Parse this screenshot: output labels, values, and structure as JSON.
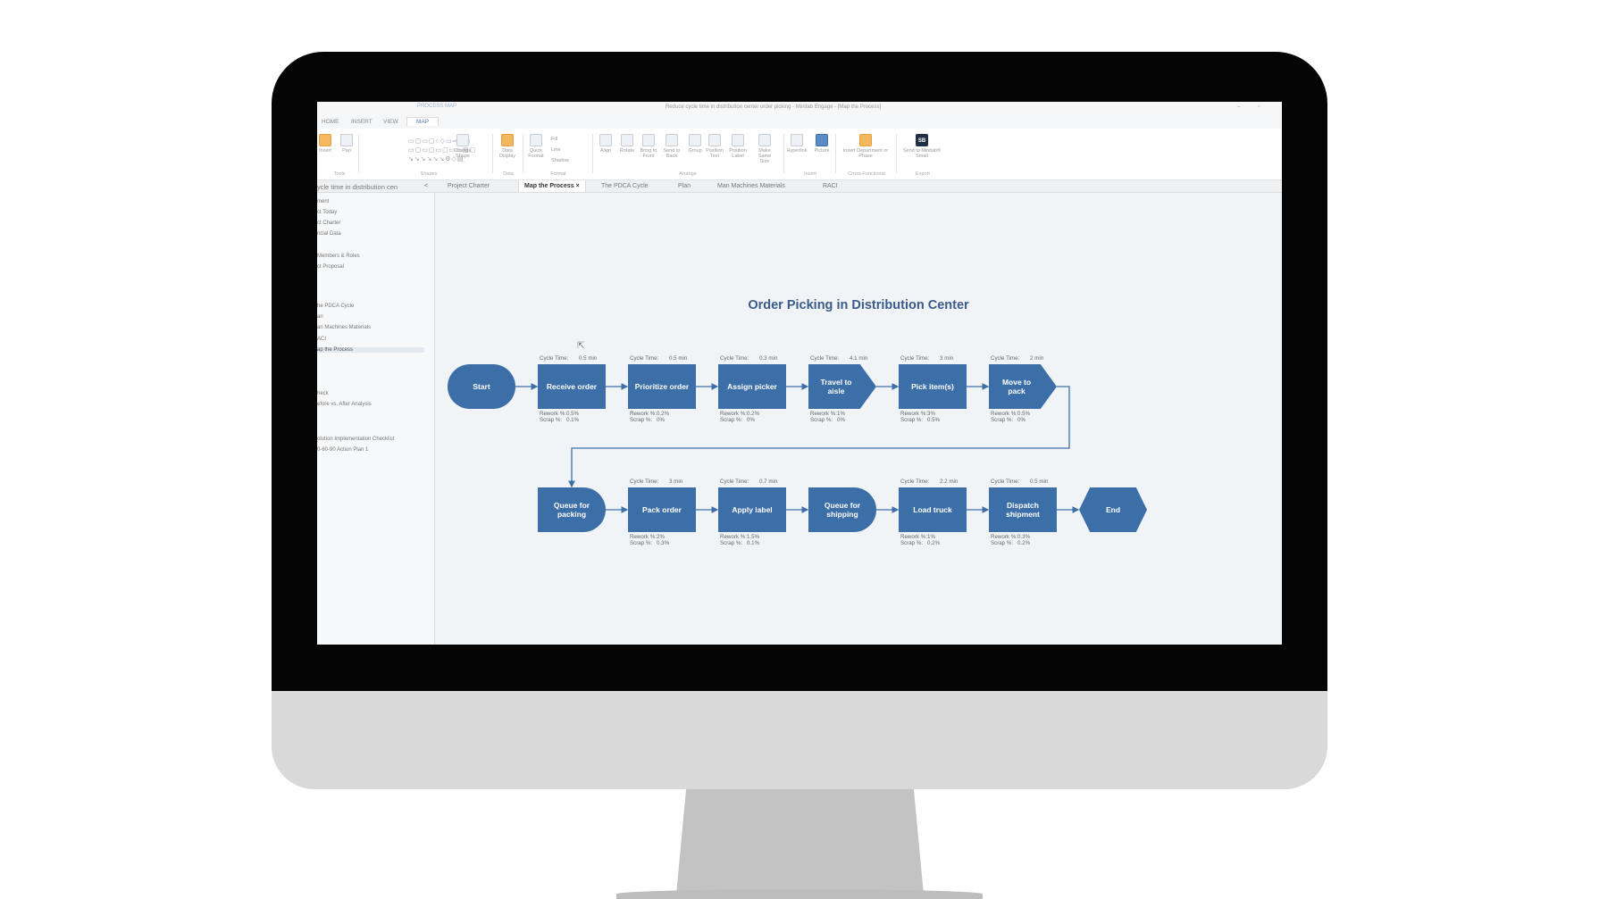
{
  "window": {
    "title": "Reduce cycle time in distribution center order picking - Minitab Engage - [Map the Process]",
    "context_tab": "PROCESS MAP"
  },
  "ribbon": {
    "tabs": [
      "HOME",
      "INSERT",
      "VIEW",
      "MAP"
    ],
    "active_tab": "MAP",
    "buttons": {
      "insert": "Insert",
      "pan": "Pan",
      "change_shape": "Change Shape",
      "data_display": "Data Display",
      "quick_format": "Quick Format",
      "fill": "Fill",
      "line": "Line",
      "shadow": "Shadow",
      "align": "Align",
      "rotate": "Rotate",
      "bring_to_front": "Bring to Front",
      "send_to_back": "Send to Back",
      "group": "Group",
      "position_text": "Position Text",
      "position_label": "Position Label",
      "make_same_size": "Make Same Size",
      "hyperlink": "Hyperlink",
      "picture": "Picture",
      "insert_department": "Insert Department or Phase",
      "send_to_minitab": "Send to Minitab® Small",
      "minitab_badge": "SB"
    },
    "groups": {
      "tools": "Tools",
      "shapes": "Shapes",
      "data": "Data",
      "format": "Format",
      "arrange": "Arrange",
      "insert": "Insert",
      "cross_functional": "Cross-Functional",
      "export": "Export"
    }
  },
  "doc_tabs": {
    "project_name": "ycle time in distribution cen",
    "items": [
      "Project Charter",
      "Map the Process",
      "The PDCA Cycle",
      "Plan",
      "Man Machines Materials",
      "RACI"
    ],
    "active": "Map the Process",
    "close_glyph": "×",
    "collapse_glyph": "<"
  },
  "nav_pane": {
    "items": [
      "ment",
      "ct Today",
      "ct Charter",
      "ncial Data",
      "Members & Roles",
      "ct Proposal",
      "he PDCA Cycle",
      "an",
      "an Machines Materials",
      "ACI",
      "ap the Process",
      "heck",
      "efore vs. After Analysis",
      "olution Implementation Checklist",
      "0-60-90 Action Plan 1"
    ],
    "selected": "ap the Process"
  },
  "process_map": {
    "title": "Order Picking in Distribution Center",
    "labels": {
      "cycle_time": "Cycle Time:",
      "rework": "Rework %:",
      "scrap": "Scrap %:"
    },
    "row1": [
      {
        "label": "Start"
      },
      {
        "label": "Receive order",
        "cycle": "0.5 min",
        "rework": "0.5%",
        "scrap": "0.1%"
      },
      {
        "label": "Prioritize order",
        "cycle": "0.5 min",
        "rework": "0.2%",
        "scrap": "0%"
      },
      {
        "label": "Assign picker",
        "cycle": "0.3 min",
        "rework": "0.2%",
        "scrap": "0%"
      },
      {
        "label": "Travel to aisle",
        "cycle": "4.1 min",
        "rework": "1%",
        "scrap": "0%"
      },
      {
        "label": "Pick item(s)",
        "cycle": "3 min",
        "rework": "3%",
        "scrap": "0.5%"
      },
      {
        "label": "Move to pack",
        "cycle": "2 min",
        "rework": "0.5%",
        "scrap": "0%"
      }
    ],
    "row2": [
      {
        "label": "Queue for packing"
      },
      {
        "label": "Pack order",
        "cycle": "3 min",
        "rework": "2%",
        "scrap": "0.3%"
      },
      {
        "label": "Apply label",
        "cycle": "0.7 min",
        "rework": "1.5%",
        "scrap": "0.1%"
      },
      {
        "label": "Queue for shipping"
      },
      {
        "label": "Load truck",
        "cycle": "2.2 min",
        "rework": "1%",
        "scrap": "0.2%"
      },
      {
        "label": "Dispatch shipment",
        "cycle": "0.5 min",
        "rework": "0.3%",
        "scrap": "0.2%"
      },
      {
        "label": "End"
      }
    ],
    "shape_color": "#3c6ea8",
    "connector_color": "#3f6fa8"
  }
}
